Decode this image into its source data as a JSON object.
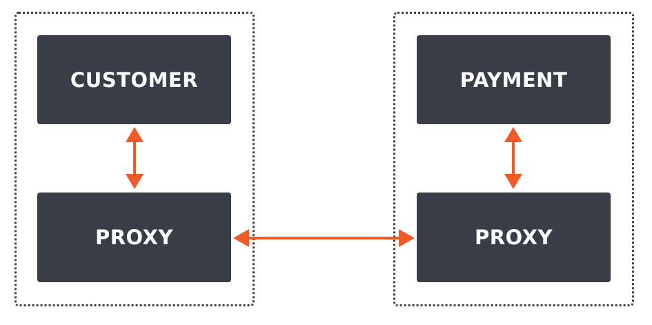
{
  "nodes": {
    "customer": {
      "label": "CUSTOMER"
    },
    "proxy_left": {
      "label": "PROXY"
    },
    "payment": {
      "label": "PAYMENT"
    },
    "proxy_right": {
      "label": "PROXY"
    }
  },
  "connections": [
    {
      "from": "customer",
      "to": "proxy_left",
      "direction": "bidirectional"
    },
    {
      "from": "payment",
      "to": "proxy_right",
      "direction": "bidirectional"
    },
    {
      "from": "proxy_left",
      "to": "proxy_right",
      "direction": "bidirectional"
    }
  ],
  "colors": {
    "node_fill": "#383d47",
    "node_text": "#ffffff",
    "arrow": "#f05a28",
    "container_border": "#3a3f47",
    "background": "#ffffff"
  }
}
